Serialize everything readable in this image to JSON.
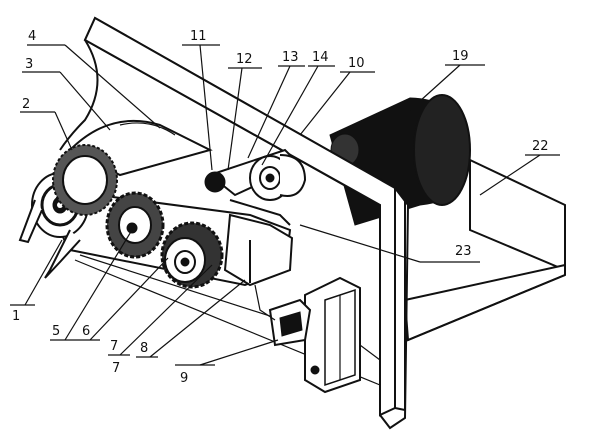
{
  "diagram": {
    "labels": {
      "l1": "1",
      "l2": "2",
      "l3": "3",
      "l4": "4",
      "l5": "5",
      "l6": "6",
      "l7a": "7",
      "l7b": "7",
      "l8": "8",
      "l9": "9",
      "l10": "10",
      "l11": "11",
      "l12": "12",
      "l13": "13",
      "l14": "14",
      "l19": "19",
      "l22": "22",
      "l23": "23"
    }
  }
}
